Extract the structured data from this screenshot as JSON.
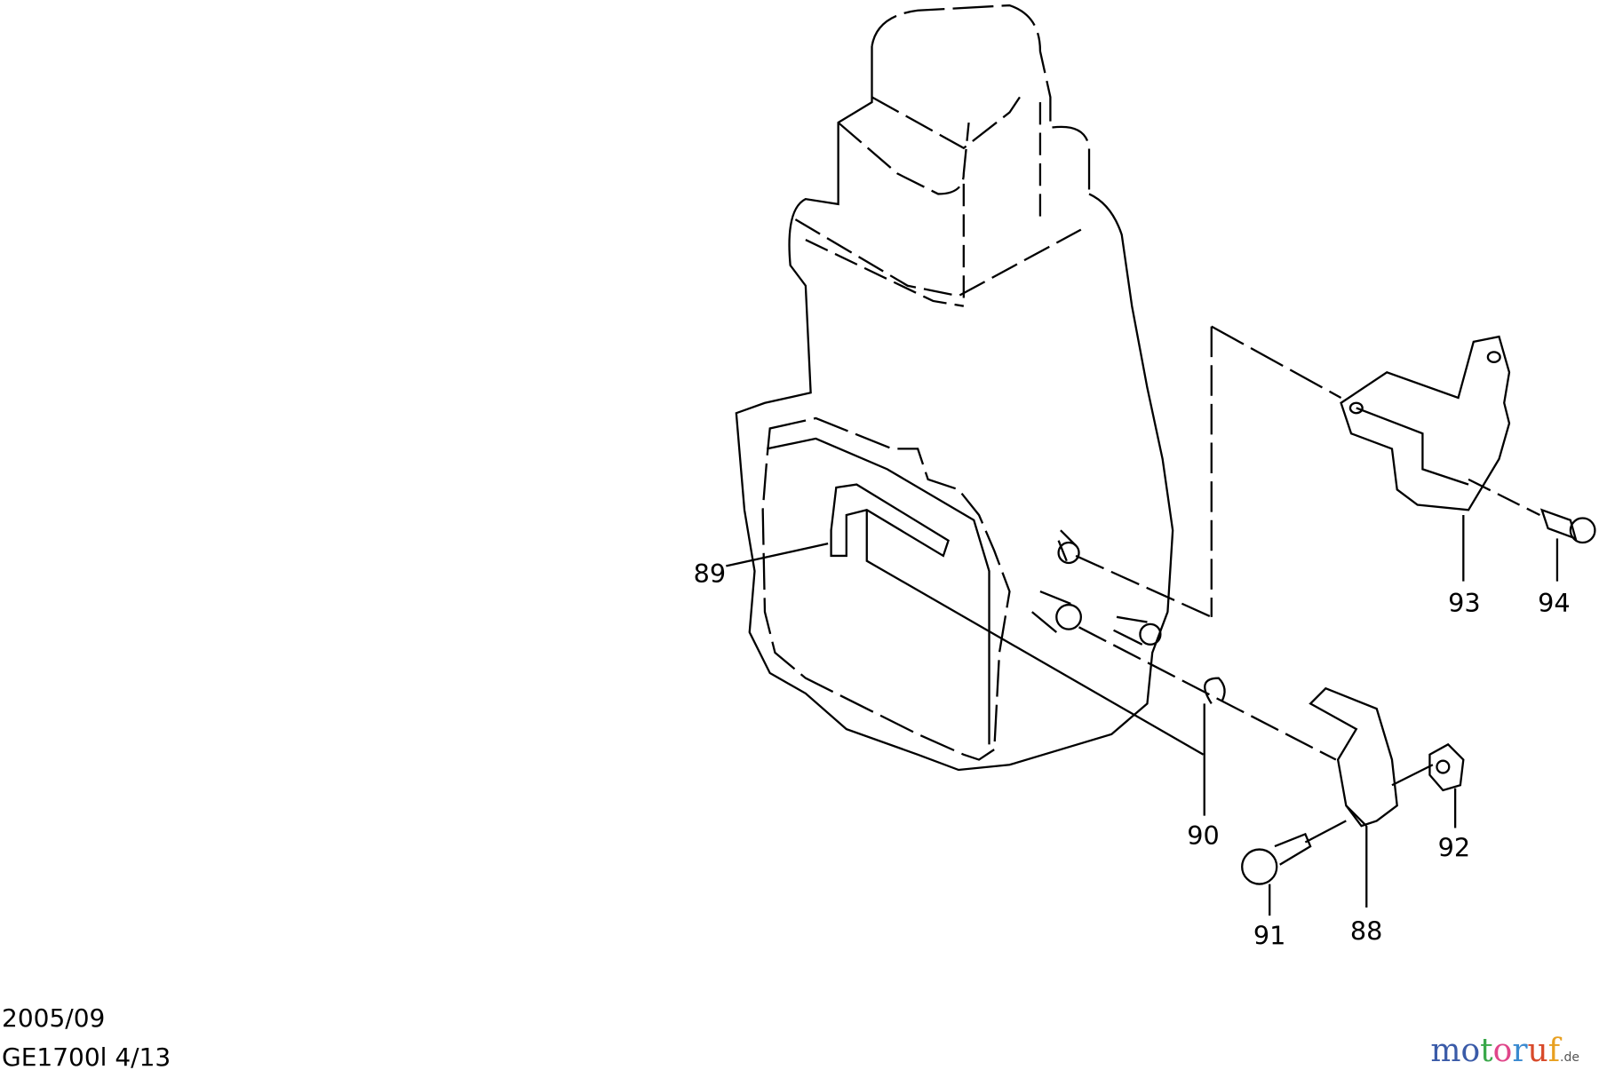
{
  "diagram": {
    "part_labels": [
      "89",
      "90",
      "91",
      "88",
      "92",
      "93",
      "94"
    ],
    "footer": {
      "date": "2005/09",
      "model_page": "GE1700l 4/13"
    },
    "logo": {
      "text_letters": [
        "m",
        "o",
        "t",
        "o",
        "r",
        "u",
        "f"
      ],
      "suffix": ".de",
      "colors": [
        "#3a5ba8",
        "#3a5ba8",
        "#3aa84a",
        "#e0468a",
        "#3a8ad0",
        "#d84a2a",
        "#e8a020"
      ]
    }
  }
}
